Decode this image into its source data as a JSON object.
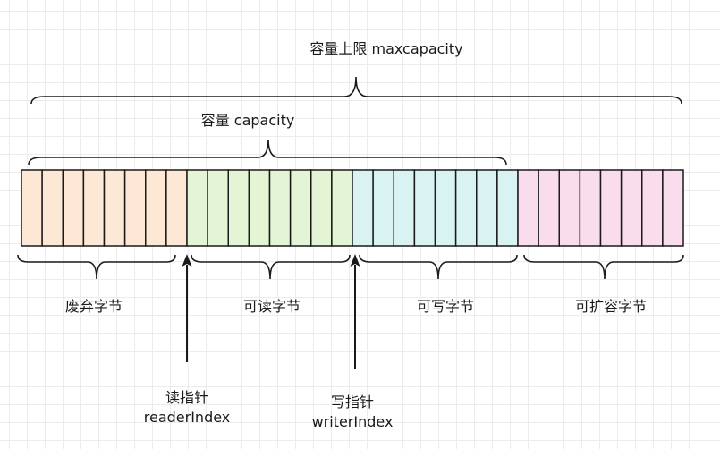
{
  "labels": {
    "max_capacity": "容量上限 maxcapacity",
    "capacity": "容量 capacity",
    "discarded": "废弃字节",
    "readable": "可读字节",
    "writable": "可写字节",
    "expandable": "可扩容字节",
    "reader_line1": "读指针",
    "reader_line2": "readerIndex",
    "writer_line1": "写指针",
    "writer_line2": "writerIndex"
  },
  "segments": [
    {
      "name": "discarded",
      "cells": 8,
      "fill": "#fde7d5"
    },
    {
      "name": "readable",
      "cells": 8,
      "fill": "#e4f5d6"
    },
    {
      "name": "writable",
      "cells": 8,
      "fill": "#d9f3f3"
    },
    {
      "name": "expandable",
      "cells": 8,
      "fill": "#f9dded"
    }
  ],
  "colors": {
    "stroke": "#1a1a1a",
    "grid": "#ececec"
  }
}
